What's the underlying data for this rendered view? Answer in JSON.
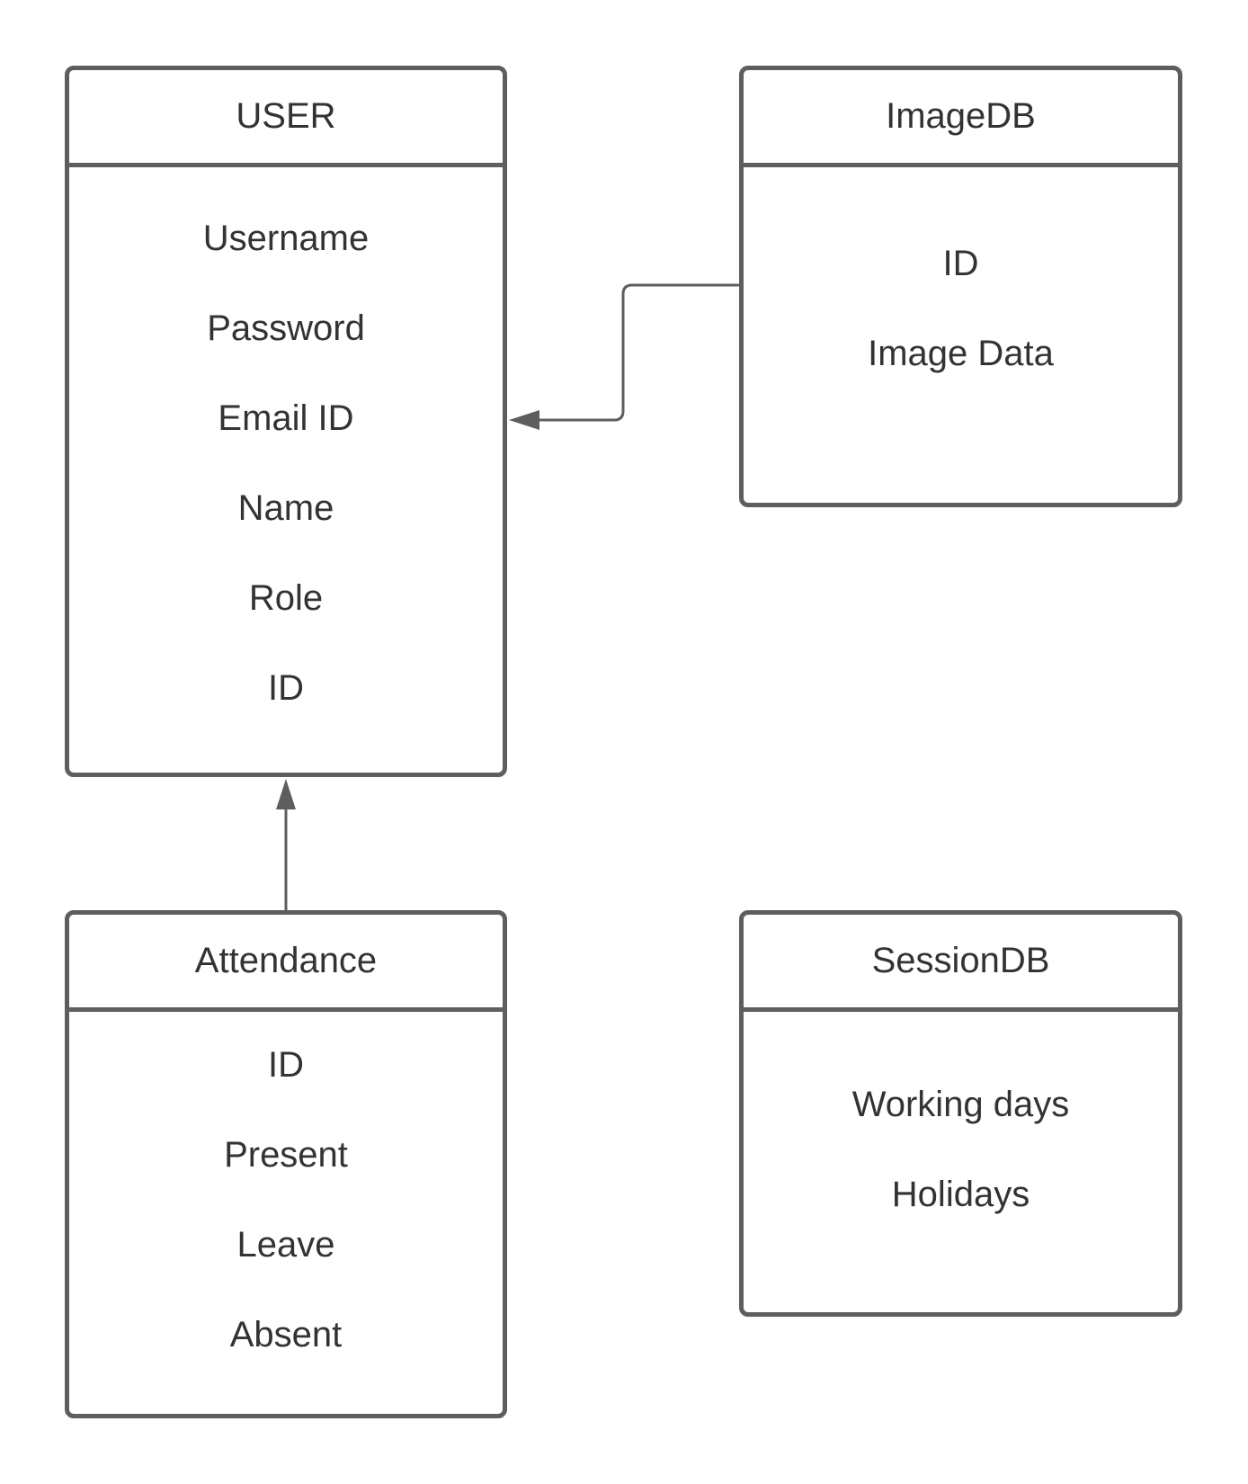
{
  "entities": {
    "user": {
      "title": "USER",
      "attributes": [
        "Username",
        "Password",
        "Email ID",
        "Name",
        "Role",
        "ID"
      ]
    },
    "imagedb": {
      "title": "ImageDB",
      "attributes": [
        "ID",
        "Image Data"
      ]
    },
    "attendance": {
      "title": "Attendance",
      "attributes": [
        "ID",
        "Present",
        "Leave",
        "Absent"
      ]
    },
    "sessiondb": {
      "title": "SessionDB",
      "attributes": [
        "Working days",
        "Holidays"
      ]
    }
  },
  "relationships": [
    {
      "from": "imagedb",
      "to": "user"
    },
    {
      "from": "attendance",
      "to": "user"
    }
  ],
  "colors": {
    "stroke": "#5e5e5e",
    "text": "#333333",
    "background": "#ffffff"
  }
}
